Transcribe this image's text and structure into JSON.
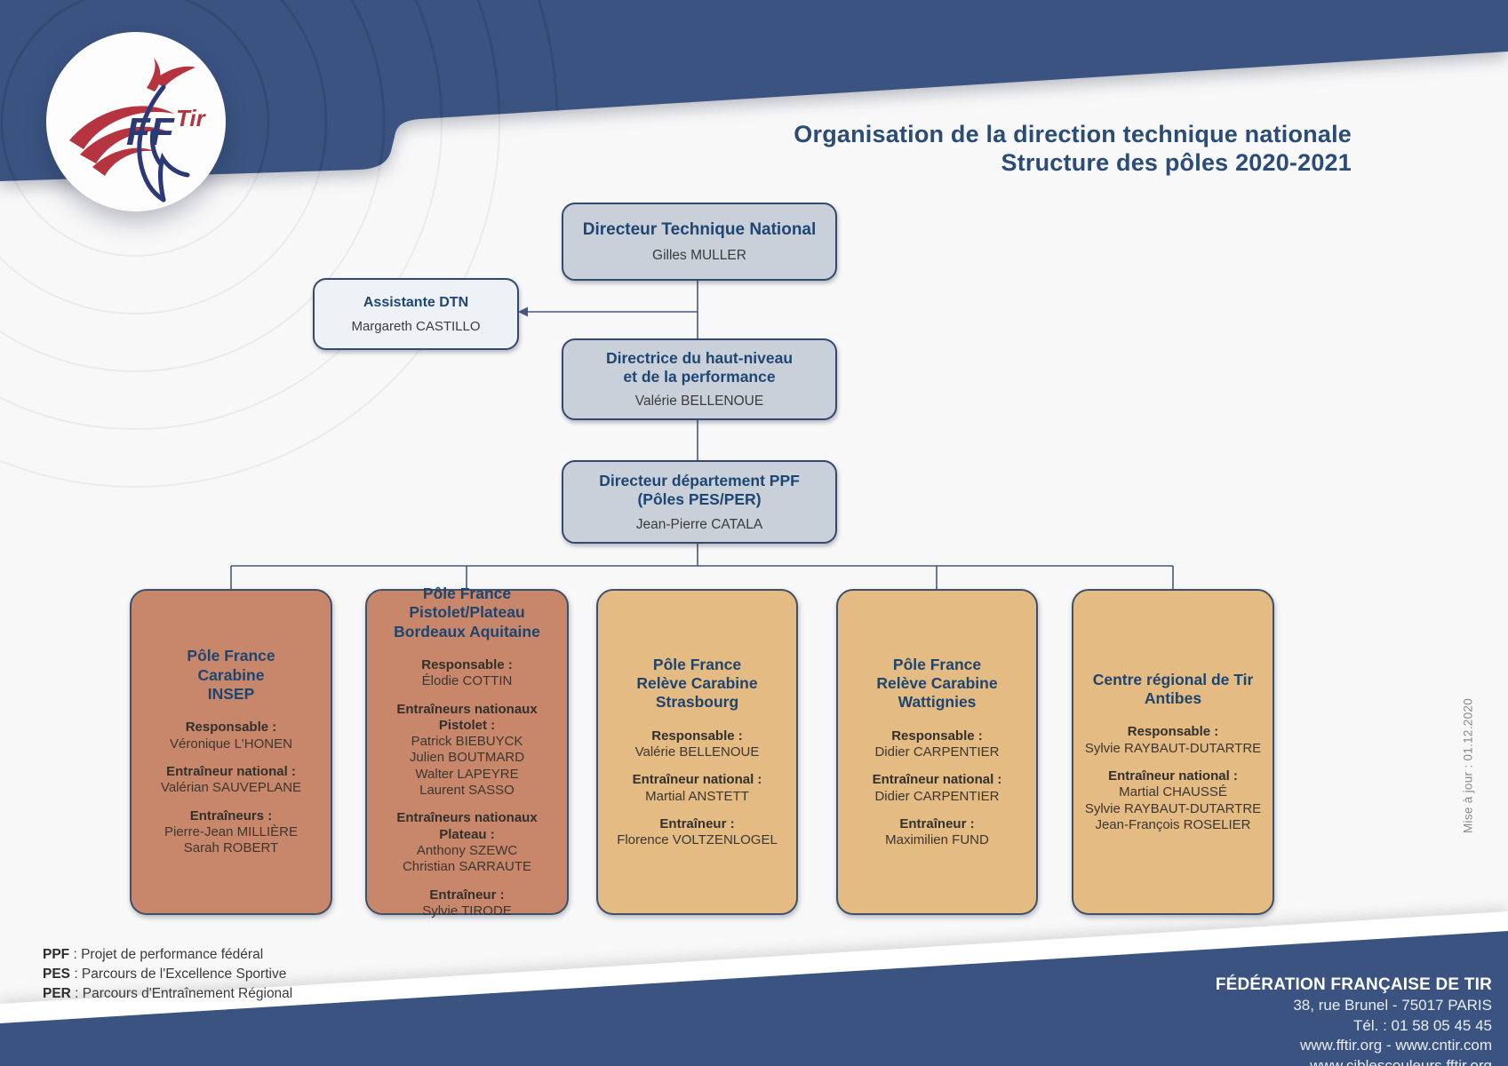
{
  "header": {
    "title_line1": "Organisation de la direction technique nationale",
    "title_line2": "Structure des pôles 2020-2021",
    "logo": {
      "ff": "FF",
      "tir": "Tir"
    }
  },
  "org": {
    "dtn": {
      "title": "Directeur Technique National",
      "name": "Gilles MULLER"
    },
    "assistante": {
      "title": "Assistante DTN",
      "name": "Margareth CASTILLO"
    },
    "directrice": {
      "title": [
        "Directrice du haut-niveau",
        "et de la performance"
      ],
      "name": "Valérie BELLENOUE"
    },
    "directeur_ppf": {
      "title": [
        "Directeur département PPF",
        "(Pôles PES/PER)"
      ],
      "name": "Jean-Pierre CATALA"
    },
    "poles": [
      {
        "variant": "terracotta",
        "title": [
          "Pôle France",
          "Carabine",
          "INSEP"
        ],
        "sections": [
          {
            "label": "Responsable :",
            "names": [
              "Véronique L'HONEN"
            ]
          },
          {
            "label": "Entraîneur national :",
            "names": [
              "Valérian SAUVEPLANE"
            ]
          },
          {
            "label": "Entraîneurs :",
            "names": [
              "Pierre-Jean MILLIÈRE",
              "Sarah ROBERT"
            ]
          }
        ]
      },
      {
        "variant": "terracotta",
        "title": [
          "Pôle France",
          "Pistolet/Plateau",
          "Bordeaux Aquitaine"
        ],
        "sections": [
          {
            "label": "Responsable :",
            "names": [
              "Élodie COTTIN"
            ]
          },
          {
            "label": "Entraîneurs nationaux Pistolet :",
            "names": [
              "Patrick BIEBUYCK",
              "Julien BOUTMARD",
              "Walter LAPEYRE",
              "Laurent SASSO"
            ]
          },
          {
            "label": "Entraîneurs nationaux Plateau :",
            "names": [
              "Anthony SZEWC",
              "Christian SARRAUTE"
            ]
          },
          {
            "label": "Entraîneur :",
            "names": [
              "Sylvie TIRODE"
            ]
          }
        ]
      },
      {
        "variant": "tan",
        "title": [
          "Pôle France",
          "Relève Carabine",
          "Strasbourg"
        ],
        "sections": [
          {
            "label": "Responsable :",
            "names": [
              "Valérie BELLENOUE"
            ]
          },
          {
            "label": "Entraîneur national :",
            "names": [
              "Martial ANSTETT"
            ]
          },
          {
            "label": "Entraîneur :",
            "names": [
              "Florence VOLTZENLOGEL"
            ]
          }
        ]
      },
      {
        "variant": "tan",
        "title": [
          "Pôle France",
          "Relève Carabine",
          "Wattignies"
        ],
        "sections": [
          {
            "label": "Responsable :",
            "names": [
              "Didier CARPENTIER"
            ]
          },
          {
            "label": "Entraîneur national :",
            "names": [
              "Didier CARPENTIER"
            ]
          },
          {
            "label": "Entraîneur :",
            "names": [
              "Maximilien FUND"
            ]
          }
        ]
      },
      {
        "variant": "tan",
        "title": [
          "Centre régional de Tir",
          "Antibes"
        ],
        "sections": [
          {
            "label": "Responsable :",
            "names": [
              "Sylvie RAYBAUT-DUTARTRE"
            ]
          },
          {
            "label": "Entraîneur national :",
            "names": [
              "Martial CHAUSSÉ",
              "Sylvie RAYBAUT-DUTARTRE",
              "Jean-François ROSELIER"
            ]
          }
        ]
      }
    ]
  },
  "legend": [
    {
      "abbr": "PPF",
      "desc": ": Projet de performance fédéral"
    },
    {
      "abbr": "PES",
      "desc": ": Parcours de l'Excellence Sportive"
    },
    {
      "abbr": "PER",
      "desc": ": Parcours d'Entraînement Régional"
    }
  ],
  "footer": {
    "org_name": "FÉDÉRATION FRANÇAISE DE TIR",
    "lines": [
      "38, rue Brunel - 75017 PARIS",
      "Tél. : 01 58 05 45 45",
      "www.fftir.org - www.cntir.com",
      "www.ciblescouleurs.fftir.org"
    ]
  },
  "meta": {
    "updated": "Mise à jour : 01.12.2020"
  },
  "colors": {
    "band_blue": "#3b5381",
    "box_gray": "#c9d0da",
    "box_light": "#eef1f5",
    "terracotta": "#c8876a",
    "tan": "#e4bb83",
    "title_navy": "#1e4673",
    "logo_blue": "#2b3a76",
    "logo_red": "#b5343f"
  }
}
